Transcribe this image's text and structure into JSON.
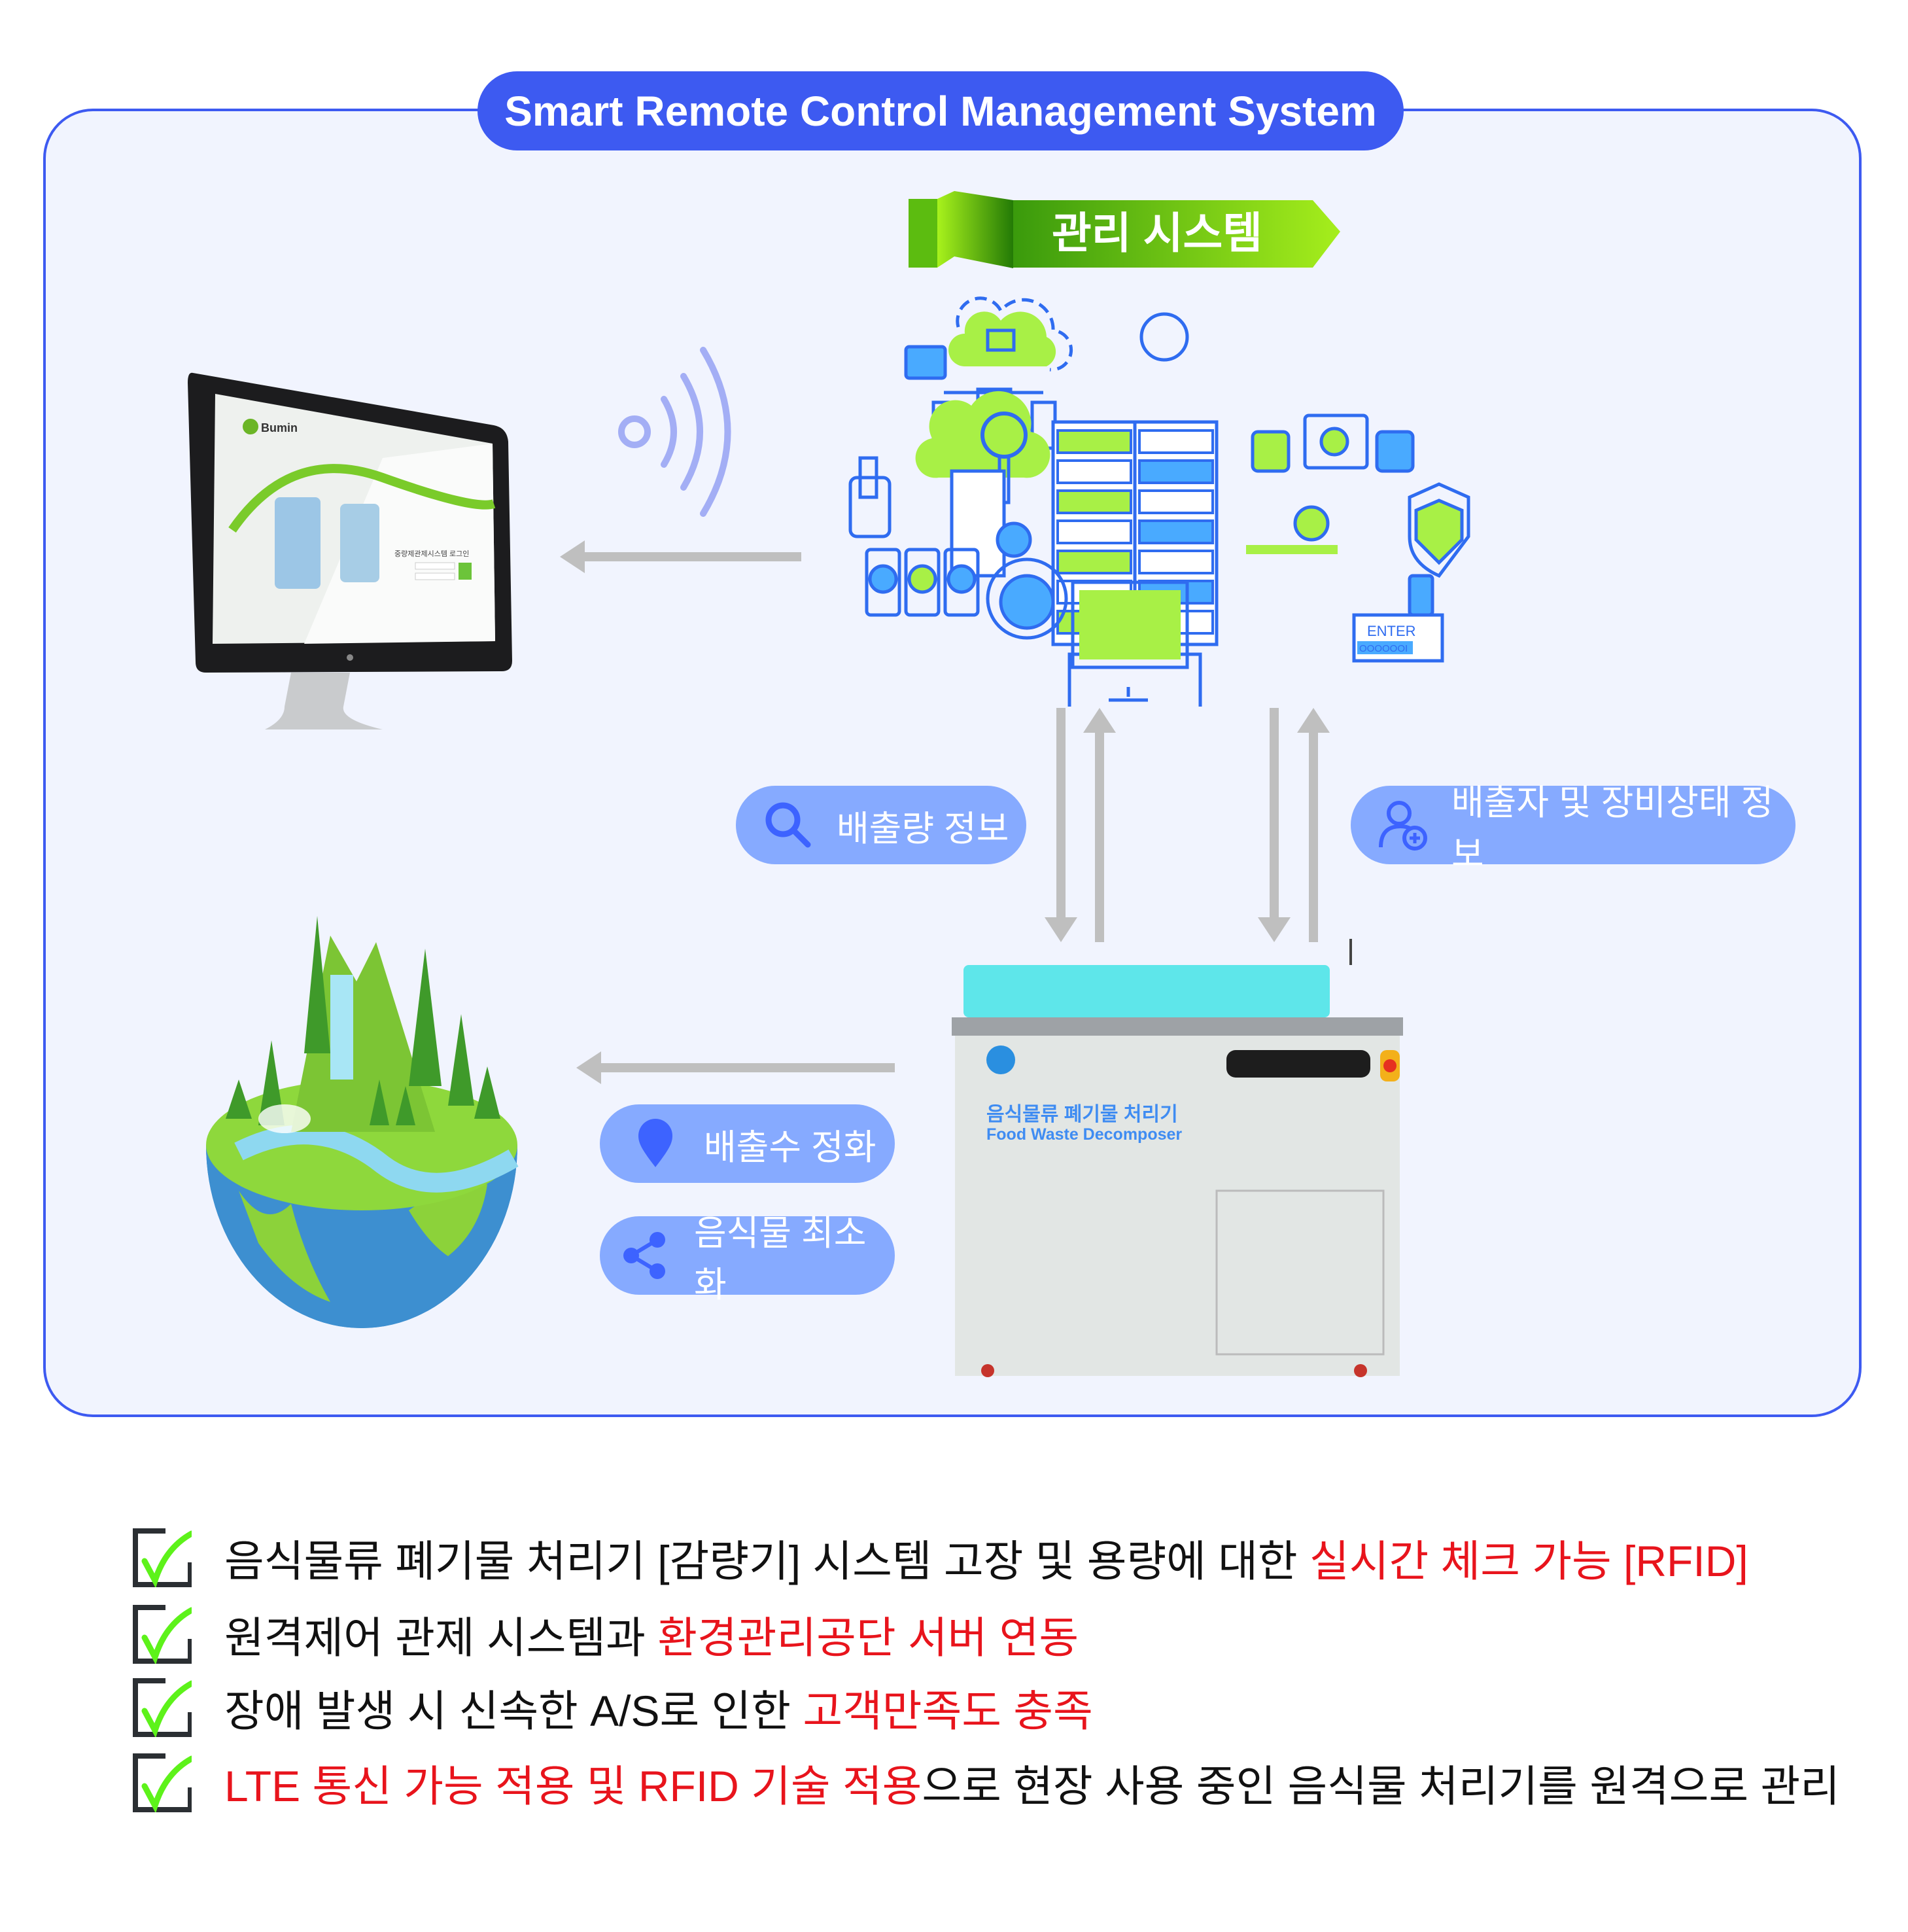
{
  "title": "Smart Remote Control Management System",
  "banner": "관리 시스템",
  "pills": {
    "discharge_amount": "배출량 정보",
    "discharger_status": "배출자 및 장비상태 정보",
    "water_purification": "배출수 정화",
    "food_minimize": "음식물 최소화"
  },
  "machine": {
    "label_ko": "음식물류 폐기물 처리기",
    "label_en": "Food Waste Decomposer"
  },
  "monitor": {
    "brand": "Bumin",
    "login_title": "중량제관제시스템 로그인"
  },
  "server_illustration": {
    "enter": "ENTER",
    "code": "OOOOOOI"
  },
  "checklist": [
    {
      "black": "음식물류 폐기물 처리기 [감량기] 시스템 고장 및 용량에 대한 ",
      "red": "실시간 체크 가능 [RFID]",
      "after": ""
    },
    {
      "black": "원격제어 관제 시스템과 ",
      "red": "환경관리공단 서버 연동",
      "after": ""
    },
    {
      "black": "장애 발생 시 신속한 A/S로 인한 ",
      "red": "고객만족도 충족",
      "after": ""
    },
    {
      "black": "",
      "red": "LTE 통신 가능 적용 및 RFID 기술 적용",
      "after": "으로 현장 사용 중인 음식물 처리기를 원격으로 관리"
    }
  ],
  "colors": {
    "frame": "#3d5af1",
    "pill": "#86aaff",
    "pill_icon": "#3d63ff",
    "accent_red": "#e8141c",
    "green": "#8fe21b",
    "background": "#f1f4fe"
  }
}
